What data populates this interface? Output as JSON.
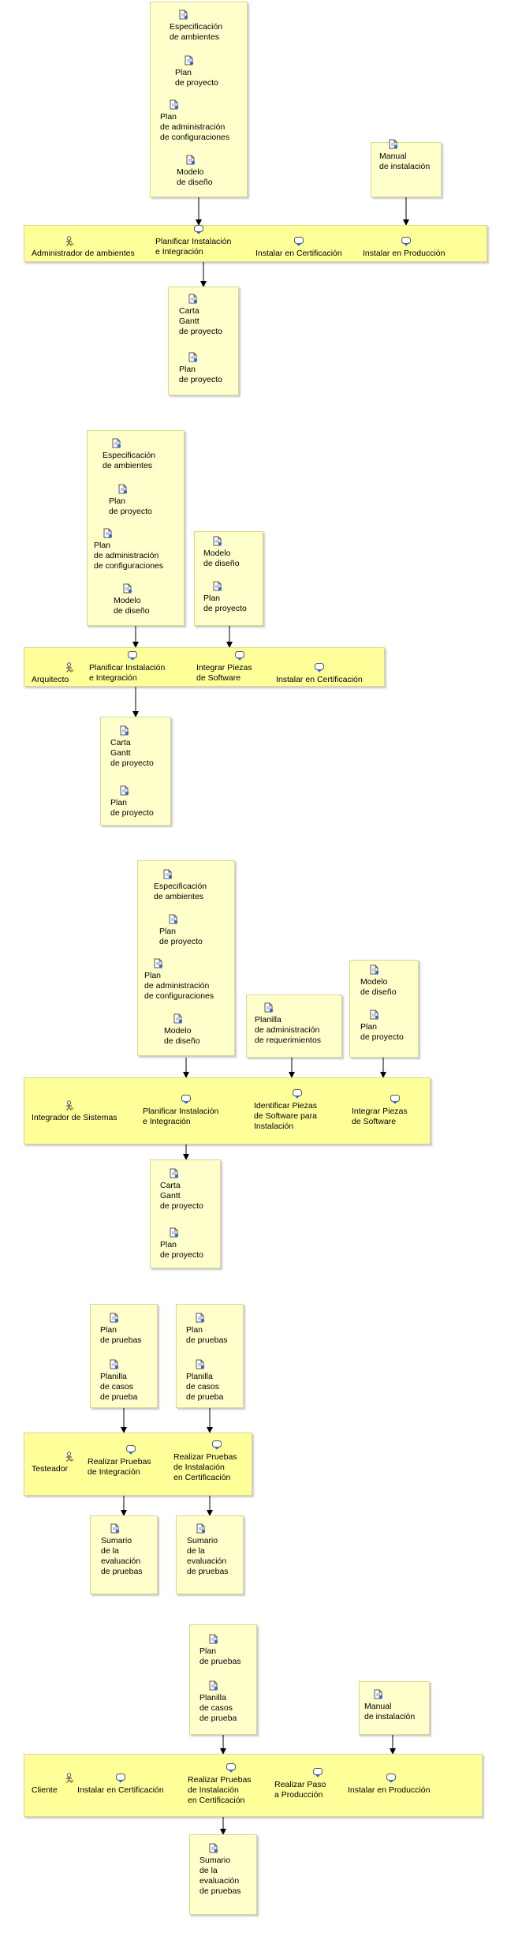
{
  "sections": [
    {
      "role": "Administrador de ambientes",
      "tasks": [
        "Planificar Instalación\ne Integración",
        "Instalar en Certificación",
        "Instalar en Producción"
      ],
      "inputs": [
        [
          "Especificación\nde ambientes",
          "Plan\nde proyecto",
          "Plan\nde administración\nde configuraciones",
          "Modelo\nde diseño"
        ],
        [
          "Manual\nde instalación"
        ]
      ],
      "outputs": [
        [
          "Carta\nGantt\nde proyecto",
          "Plan\nde proyecto"
        ]
      ]
    },
    {
      "role": "Arquitecto",
      "tasks": [
        "Planificar Instalación\ne Integración",
        "Integrar Piezas\nde Software",
        "Instalar en Certificación"
      ],
      "inputs": [
        [
          "Especificación\nde ambientes",
          "Plan\nde proyecto",
          "Plan\nde administración\nde configuraciones",
          "Modelo\nde diseño"
        ],
        [
          "Modelo\nde diseño",
          "Plan\nde proyecto"
        ]
      ],
      "outputs": [
        [
          "Carta\nGantt\nde proyecto",
          "Plan\nde proyecto"
        ]
      ]
    },
    {
      "role": "Integrador de Sistemas",
      "tasks": [
        "Planificar Instalación\ne Integración",
        "Identificar Piezas\nde Software para\nInstalación",
        "Integrar Piezas\nde Software"
      ],
      "inputs": [
        [
          "Especificación\nde ambientes",
          "Plan\nde proyecto",
          "Plan\nde administración\nde configuraciones",
          "Modelo\nde diseño"
        ],
        [
          "Planilla\nde administración\nde requerimientos"
        ],
        [
          "Modelo\nde diseño",
          "Plan\nde proyecto"
        ]
      ],
      "outputs": [
        [
          "Carta\nGantt\nde proyecto",
          "Plan\nde proyecto"
        ]
      ]
    },
    {
      "role": "Testeador",
      "tasks": [
        "Realizar Pruebas\nde Integración",
        "Realizar Pruebas\nde Instalación\nen Certificación"
      ],
      "inputs": [
        [
          "Plan\nde pruebas",
          "Planilla\nde casos\nde prueba"
        ],
        [
          "Plan\nde pruebas",
          "Planilla\nde casos\nde prueba"
        ]
      ],
      "outputs": [
        [
          "Sumario\nde la\nevaluación\nde pruebas"
        ],
        [
          "Sumario\nde la\nevaluación\nde pruebas"
        ]
      ]
    },
    {
      "role": "Cliente",
      "tasks": [
        "Instalar en Certificación",
        "Realizar Pruebas\nde Instalación\nen Certificación",
        "Realizar Paso\na Producción",
        "Instalar en Producción"
      ],
      "inputs": [
        [
          "Plan\nde pruebas",
          "Planilla\nde casos\nde prueba"
        ],
        [
          "Manual\nde instalación"
        ]
      ],
      "outputs": [
        [
          "Sumario\nde la\nevaluación\nde pruebas"
        ]
      ]
    }
  ],
  "icons": {
    "role": "actor-icon",
    "task": "activity-icon",
    "artifact": "document-icon"
  }
}
